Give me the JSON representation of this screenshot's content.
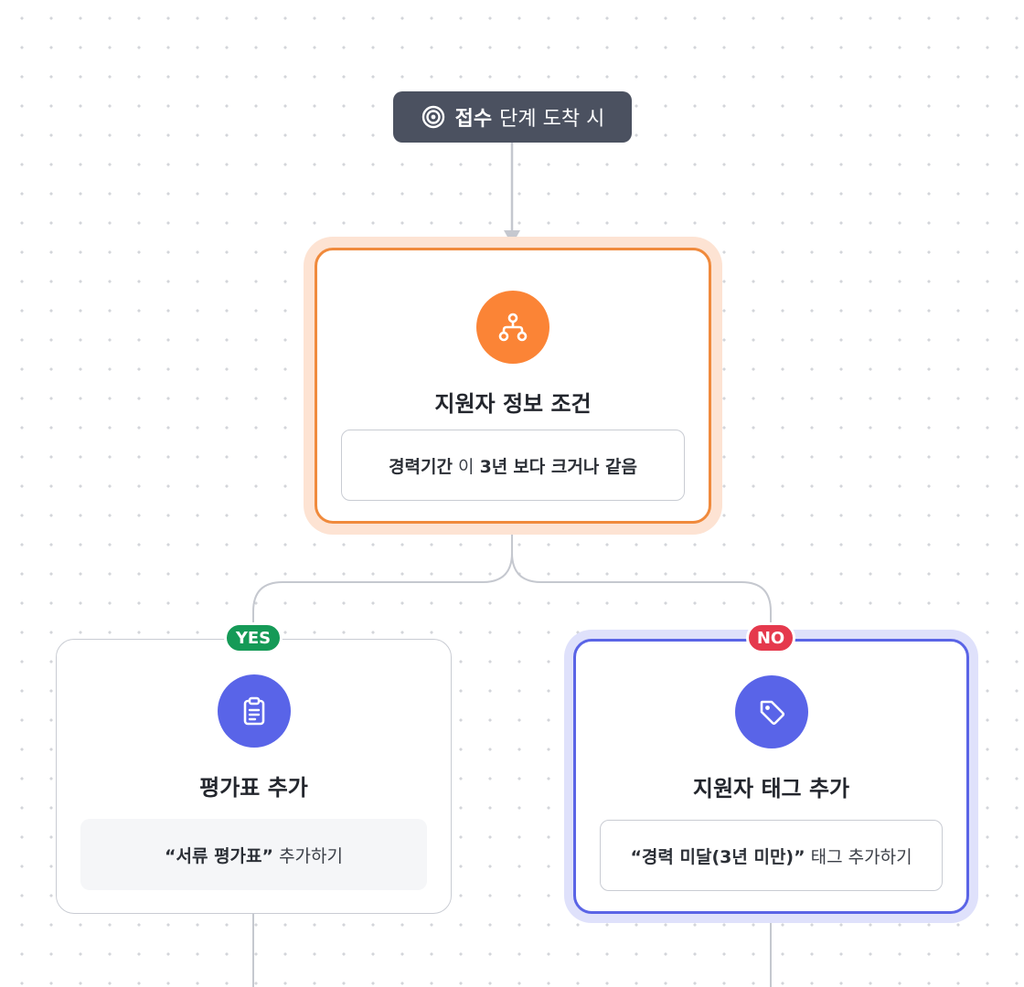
{
  "trigger": {
    "icon": "target-icon",
    "stage_name": "접수",
    "text": "단계 도착 시"
  },
  "condition_node": {
    "icon": "branch-icon",
    "title": "지원자 정보 조건",
    "rule": {
      "field": "경력기간",
      "particle": "이",
      "value": "3년",
      "operator": "보다 크거나 같음"
    }
  },
  "branches": {
    "yes_label": "YES",
    "no_label": "NO"
  },
  "yes_node": {
    "icon": "clipboard-icon",
    "title": "평가표 추가",
    "detail_name": "“서류 평가표”",
    "detail_action": "추가하기"
  },
  "no_node": {
    "icon": "tag-icon",
    "title": "지원자 태그 추가",
    "detail_name": "“경력 미달(3년 미만)”",
    "detail_action": "태그 추가하기"
  },
  "colors": {
    "trigger_bg": "#4b5160",
    "condition_accent": "#fb8436",
    "action_accent": "#5964e8",
    "yes_green": "#159a57",
    "no_red": "#e5394d"
  }
}
